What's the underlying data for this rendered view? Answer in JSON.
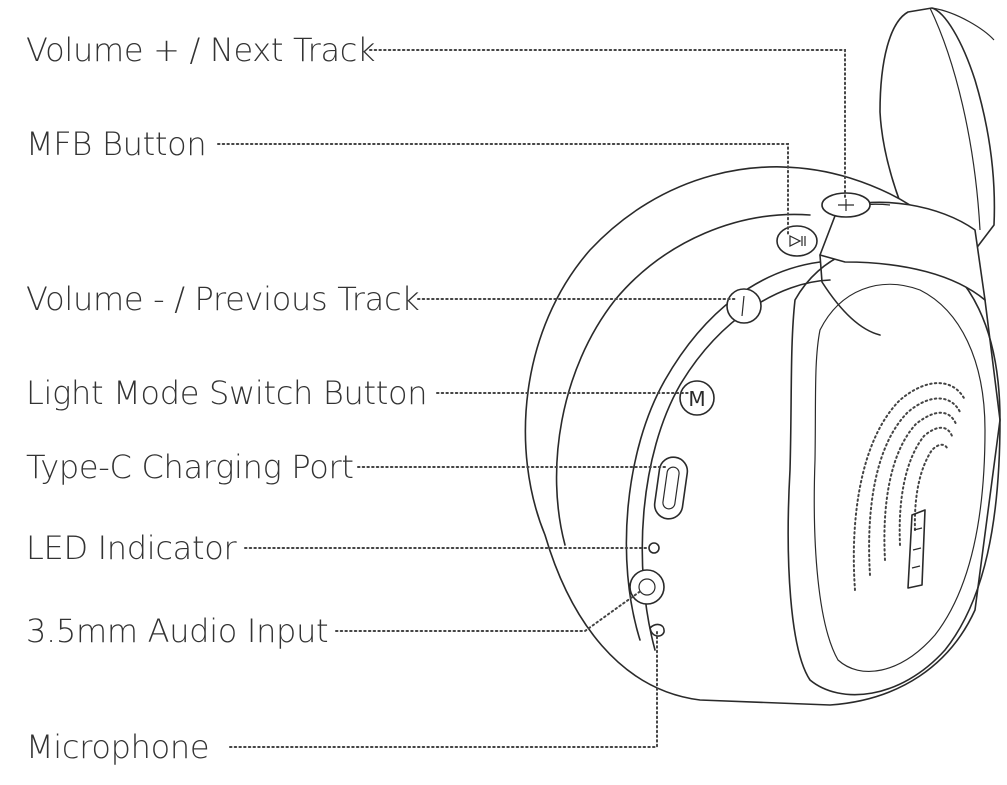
{
  "diagram": {
    "subject": "headphone ear cup, side view",
    "callouts": [
      {
        "id": "volume-up",
        "label": "Volume + / Next Track",
        "icon": "plus-next-icon"
      },
      {
        "id": "mfb",
        "label": "MFB Button",
        "icon": "play-pause-icon"
      },
      {
        "id": "volume-down",
        "label": "Volume - / Previous Track",
        "icon": "minus-prev-icon"
      },
      {
        "id": "light-mode",
        "label": "Light Mode Switch Button",
        "icon": "m-letter-icon"
      },
      {
        "id": "type-c",
        "label": "Type-C Charging Port"
      },
      {
        "id": "led",
        "label": "LED Indicator"
      },
      {
        "id": "audio-input",
        "label": "3.5mm Audio Input"
      },
      {
        "id": "microphone",
        "label": "Microphone"
      }
    ],
    "colors": {
      "ink": "#2a2a2a",
      "text": "#333333",
      "background": "#ffffff"
    }
  }
}
